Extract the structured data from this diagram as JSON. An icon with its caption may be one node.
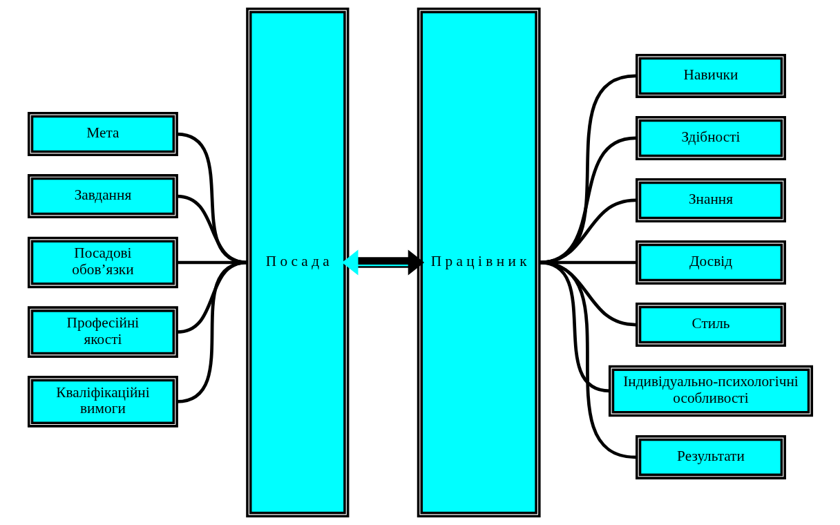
{
  "diagram": {
    "nodes": [
      {
        "text": [
          "П о с а д а"
        ]
      },
      {
        "text": [
          "Мета"
        ]
      },
      {
        "text": [
          "Завдання"
        ]
      },
      {
        "text": [
          "Посадові обов’язки"
        ]
      },
      {
        "text": [
          "Професійні якості"
        ]
      },
      {
        "text": [
          "Кваліфікаційні вимоги"
        ]
      },
      {
        "text": [
          "П р а ц і в н и к"
        ]
      },
      {
        "text": [
          "Навички"
        ]
      },
      {
        "text": [
          "Здібності"
        ]
      },
      {
        "text": [
          "Знання"
        ]
      },
      {
        "text": [
          "Досвід"
        ]
      },
      {
        "text": [
          "Стиль"
        ]
      },
      {
        "text": [
          "Індивідуально-психологічні особливості"
        ]
      },
      {
        "text": [
          "Результати"
        ]
      }
    ],
    "edges": [
      {
        "from": 1,
        "to": 0,
        "arrow": "none"
      },
      {
        "from": 2,
        "to": 0,
        "arrow": "none"
      },
      {
        "from": 3,
        "to": 0,
        "arrow": "none"
      },
      {
        "from": 4,
        "to": 0,
        "arrow": "none"
      },
      {
        "from": 5,
        "to": 0,
        "arrow": "none"
      },
      {
        "from": 0,
        "to": 6,
        "arrow": "both",
        "style": "thick"
      },
      {
        "from": 6,
        "to": 7,
        "arrow": "none"
      },
      {
        "from": 6,
        "to": 8,
        "arrow": "none"
      },
      {
        "from": 6,
        "to": 9,
        "arrow": "none"
      },
      {
        "from": 6,
        "to": 10,
        "arrow": "none"
      },
      {
        "from": 6,
        "to": 11,
        "arrow": "none"
      },
      {
        "from": 6,
        "to": 12,
        "arrow": "none"
      },
      {
        "from": 6,
        "to": 13,
        "arrow": "none"
      }
    ]
  }
}
